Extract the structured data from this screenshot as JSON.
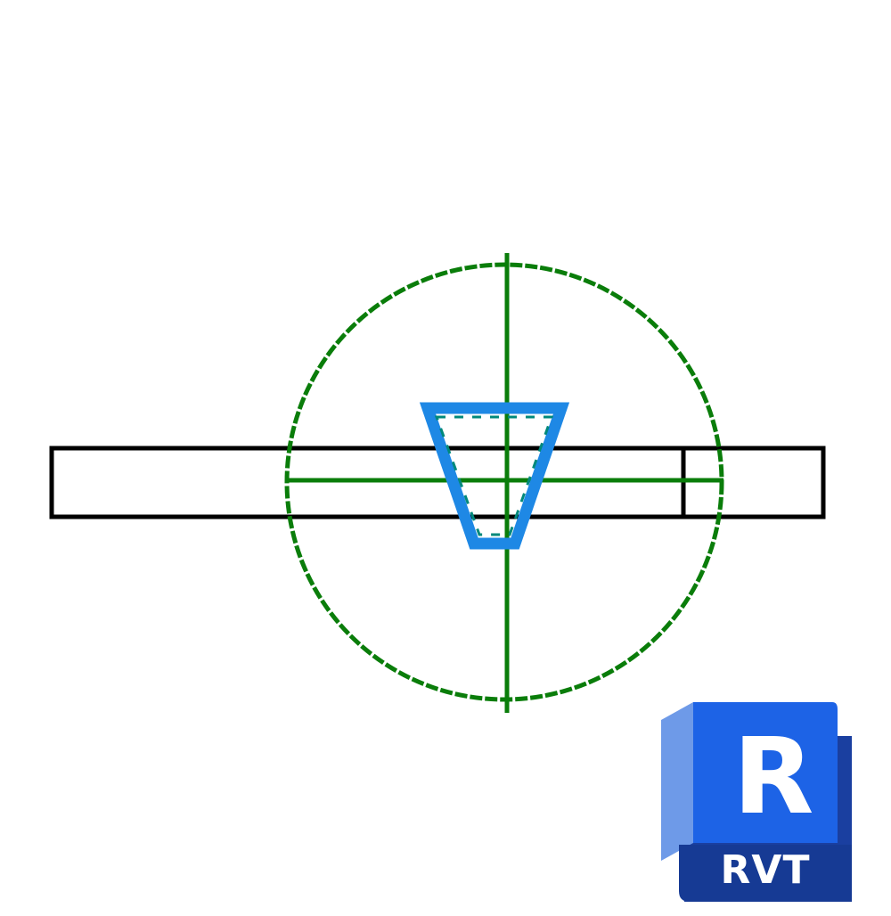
{
  "colors": {
    "background": "#ffffff",
    "outline": "#000000",
    "reference_lines": "#0a7d0a",
    "marker": "#1e88e5",
    "marker_shade": "#00897b",
    "logo_dark": "#1a3fa0",
    "logo_main": "#1d63e6",
    "logo_light": "#6e9ae8"
  },
  "symbol": {
    "description_icon": "bar-with-circle-and-triangle-marker",
    "marker_icon": "triangle-down-icon"
  },
  "logo": {
    "icon": "revit-logo-icon",
    "letter": "R",
    "caption": "RVT"
  }
}
